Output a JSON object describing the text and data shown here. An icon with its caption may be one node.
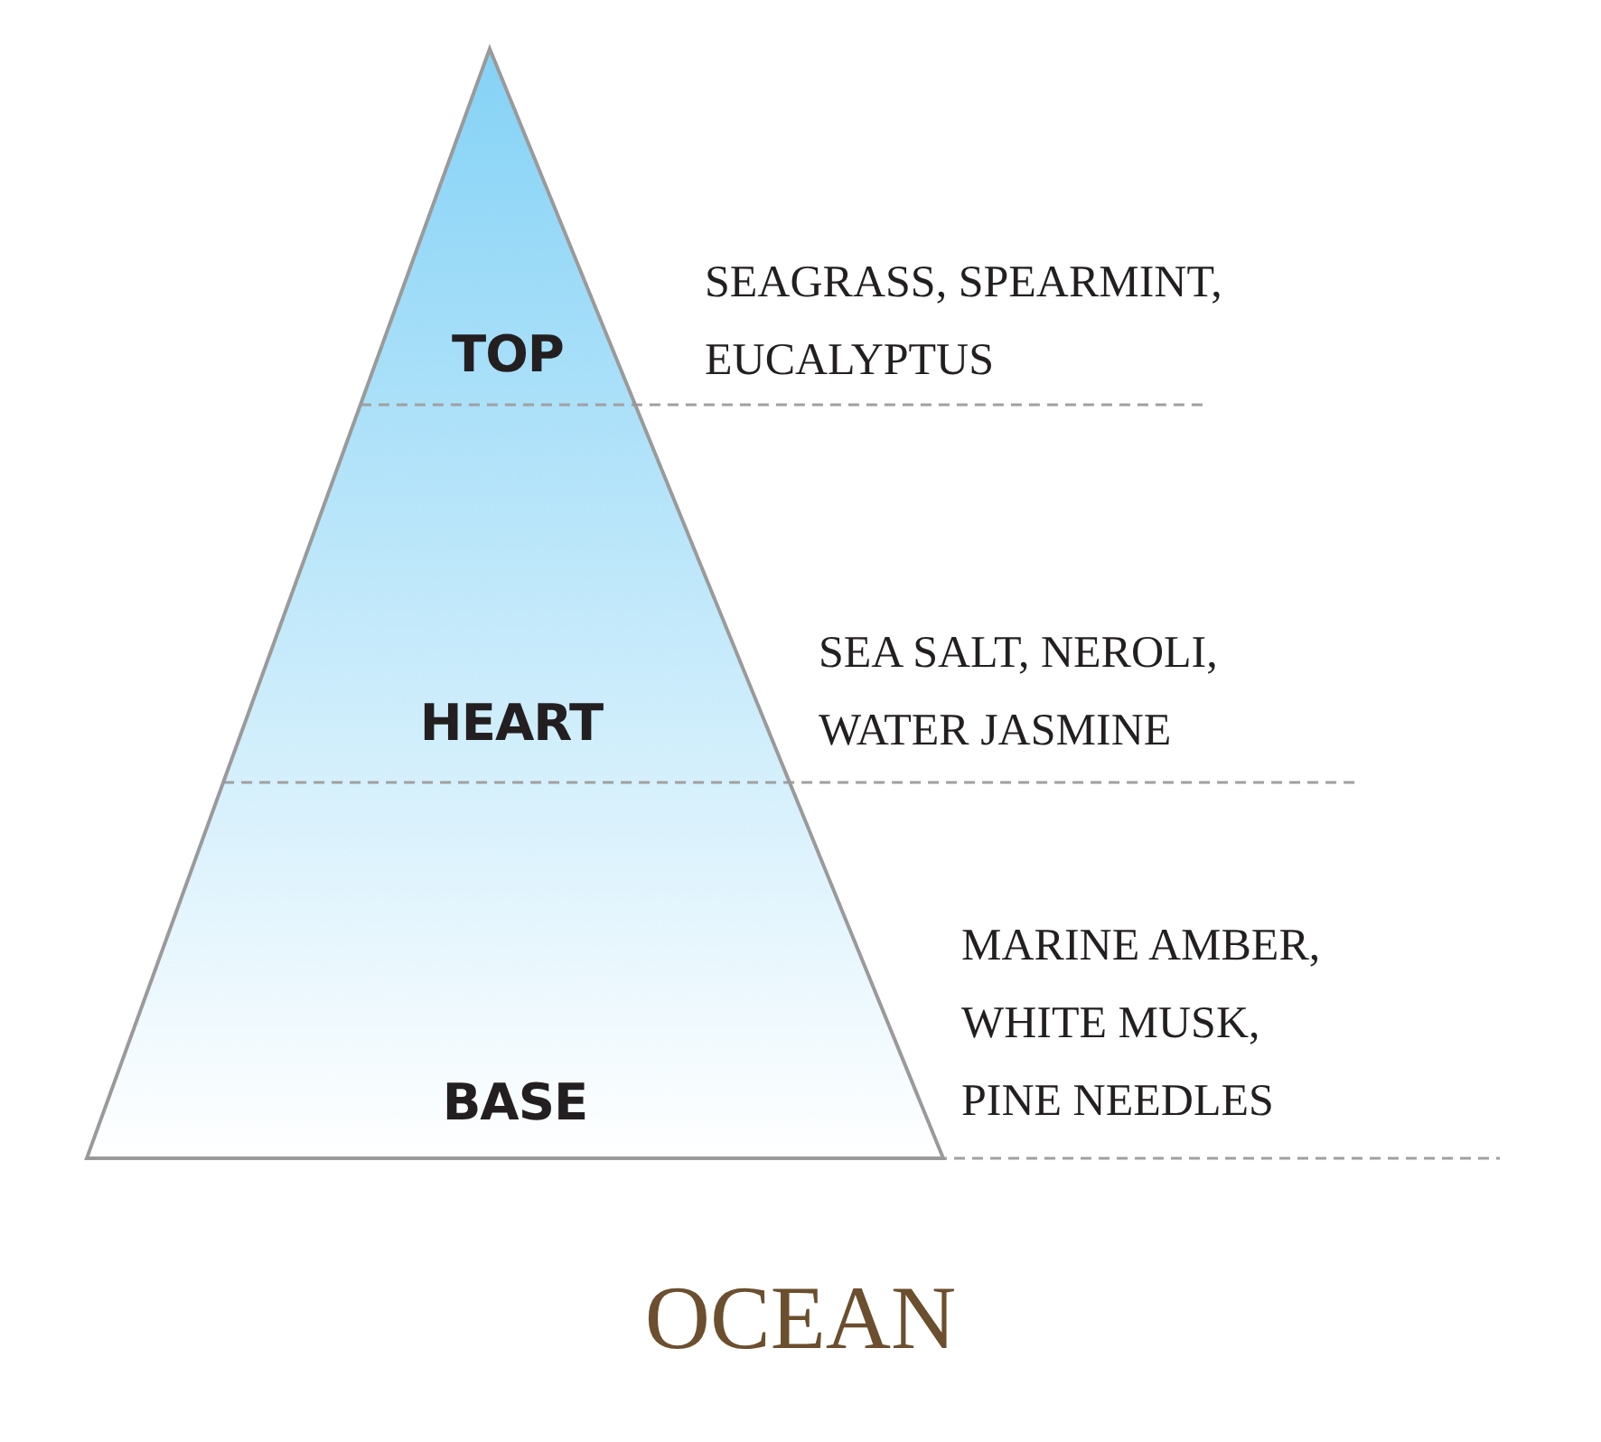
{
  "diagram": {
    "title": "OCEAN",
    "nodes": [
      {
        "text": [
          "TOP"
        ]
      },
      {
        "text": [
          "HEART"
        ]
      },
      {
        "text": [
          "BASE"
        ]
      }
    ],
    "labels": [
      "SEAGRASS, SPEARMINT, EUCALYPTUS",
      "SEA SALT, NEROLI, WATER JASMINE",
      "MARINE AMBER, WHITE MUSK, PINE NEEDLES"
    ]
  }
}
